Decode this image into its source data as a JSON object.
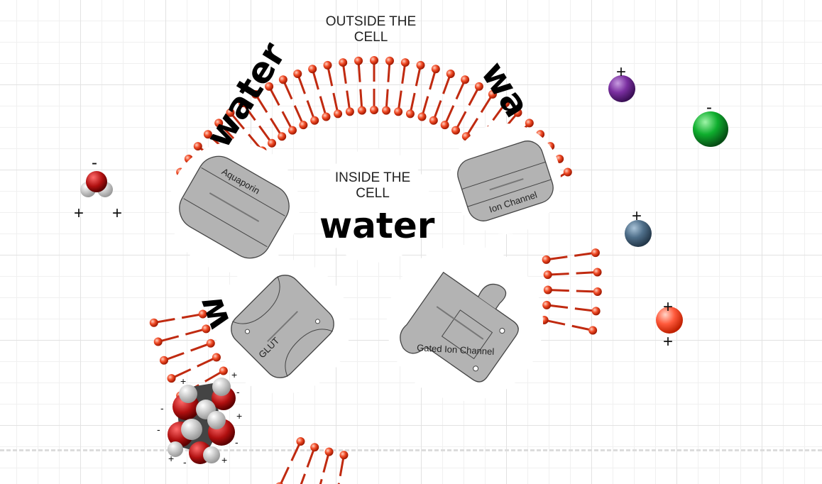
{
  "labels": {
    "outside": "OUTSIDE THE CELL",
    "inside": "INSIDE THE CELL"
  },
  "water_words": {
    "left": "water",
    "right": "wa",
    "center": "water",
    "bottom_left": "w"
  },
  "proteins": {
    "aquaporin": "Aquaporin",
    "ion_channel": "Ion Channel",
    "glut": "GLUT",
    "gated": "Gated Ion Channel"
  },
  "ions": {
    "purple": "+",
    "green": "-",
    "blue": "+",
    "red_top": "+",
    "red_bottom": "+"
  },
  "water_molecule": {
    "o": "-",
    "h1": "+",
    "h2": "+"
  },
  "glucose_charges": [
    "+",
    "+",
    "-",
    "-",
    "+",
    "-",
    "-",
    "+",
    "-",
    "+"
  ],
  "colors": {
    "head": "#f04a25",
    "protein": "#b3b3b3",
    "purple": "#7a2fa0",
    "green": "#0fae2e",
    "blue": "#4f6f8a",
    "red": "#ff5a3c"
  }
}
